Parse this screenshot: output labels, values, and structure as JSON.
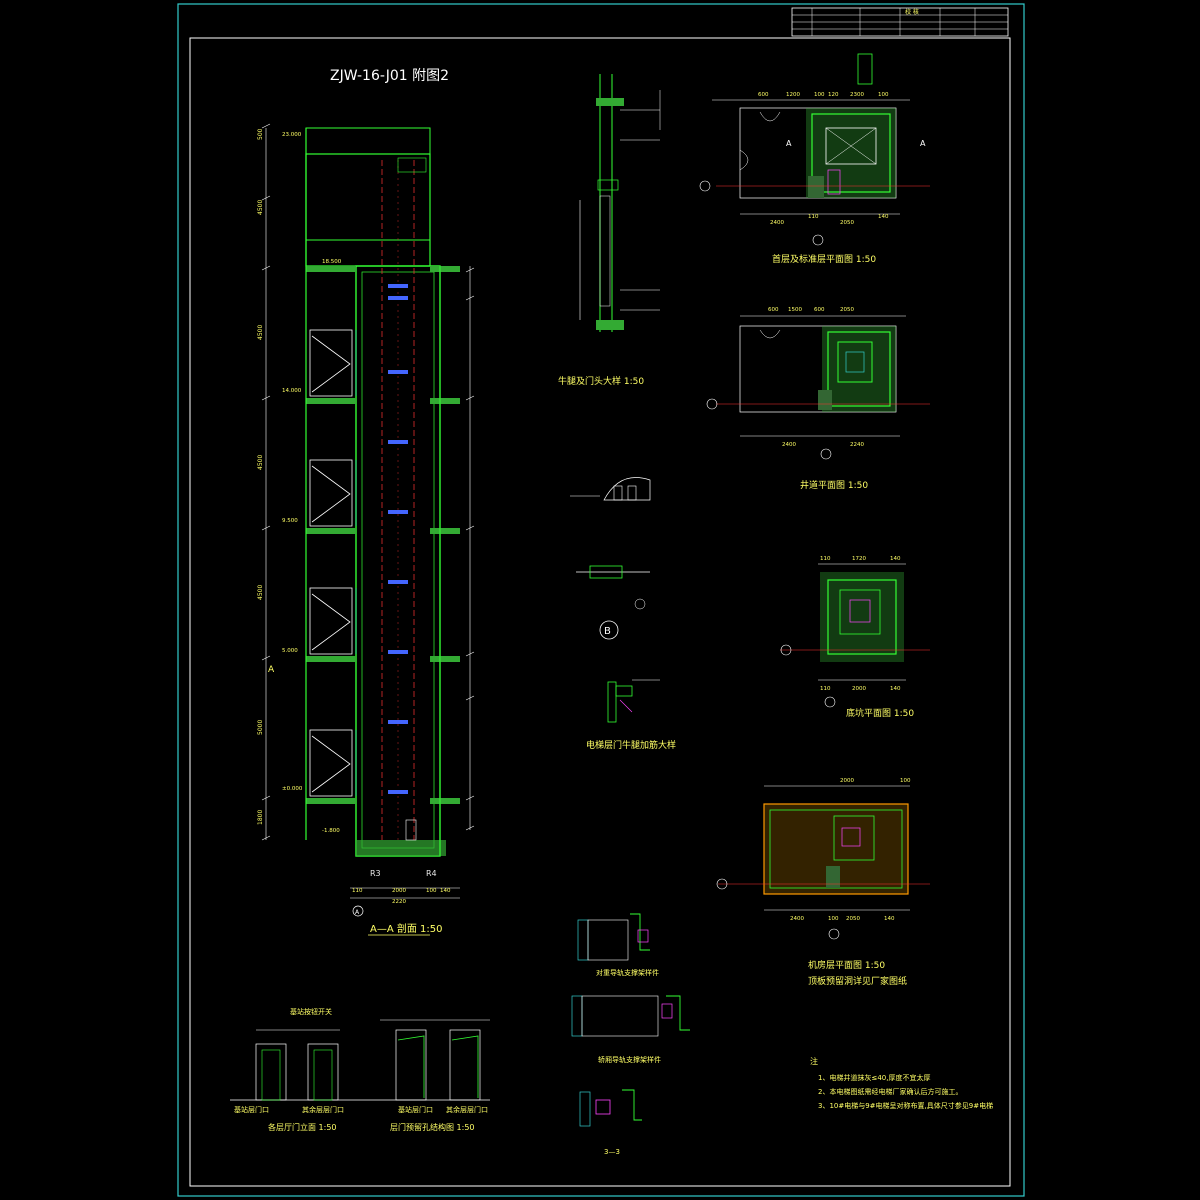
{
  "drawing": {
    "code": "ZJW-16-J01  附图2",
    "title_block": {
      "label": "校 核"
    },
    "section_label": "A—A 剖面  1:50",
    "axis_a": "A",
    "axis_r3": "R3",
    "axis_r4": "R4",
    "elevations": [
      "23.000",
      "18.500",
      "14.000",
      "9.500",
      "5.000",
      "±0.000",
      "-1.800"
    ],
    "section_dims_left": [
      "500",
      "4500",
      "4500",
      "4500",
      "4500",
      "5000",
      "1800"
    ],
    "section_dims_bottom": [
      "110",
      "2000",
      "100",
      "140"
    ],
    "section_dims_bottom2": [
      "2220"
    ],
    "plans": {
      "first_floor": "首层及标准层平面图  1:50",
      "hoistway": "井道平面图  1:50",
      "pit": "底坑平面图  1:50",
      "machine_room": "机房层平面图  1:50",
      "machine_room_note": "顶板预留洞详见厂家图纸",
      "sill_detail": "牛腿及门头大样  1:50",
      "b_marker": "B",
      "door_sill_detail": "电梯层门牛腿加筋大样",
      "door_elevation": "各层厅门立面  1:50",
      "door_opening": "层门预留孔结构图  1:50",
      "bracket_1": "对重导轨支撑架样件",
      "bracket_2": "轿厢导轨支撑架样件",
      "section_3": "3—3",
      "base_station": "基站层门口",
      "other_floor": "其余层层门口",
      "call_button": "基站按钮开关"
    },
    "plan_dims": {
      "ff_top": [
        "600",
        "1200",
        "100",
        "120",
        "2300",
        "100"
      ],
      "ff_bottom": [
        "2400",
        "110",
        "2050",
        "140"
      ],
      "hw_top": [
        "600",
        "1500",
        "600",
        "2050"
      ],
      "hw_bottom": [
        "2400",
        "2240"
      ],
      "pit_top": [
        "110",
        "1720",
        "140"
      ],
      "pit_bottom": [
        "110",
        "2000",
        "140"
      ],
      "mr_top": [
        "2000",
        "100"
      ],
      "mr_bottom": [
        "2400",
        "100",
        "2050",
        "140"
      ]
    },
    "notes": {
      "heading": "注",
      "items": [
        "1、电梯井道抹灰≤40,厚度不宜太厚",
        "2、本电梯图纸需经电梯厂家确认后方可施工。",
        "3、10#电梯与9#电梯呈对称布置,具体尺寸参见9#电梯"
      ]
    }
  }
}
